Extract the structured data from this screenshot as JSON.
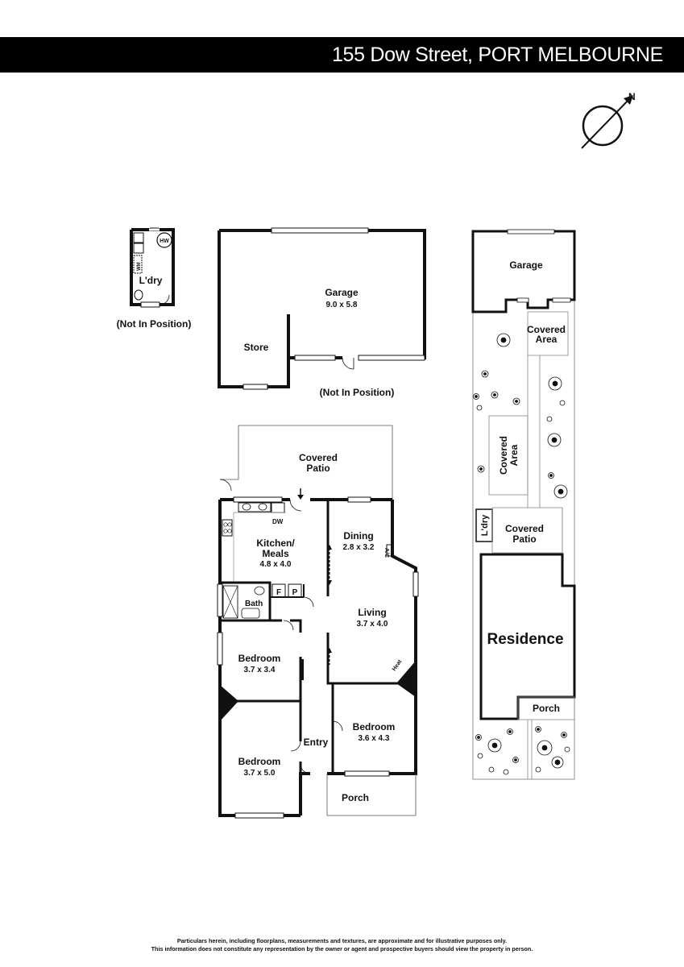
{
  "header": {
    "address": "155 Dow Street, PORT MELBOURNE"
  },
  "compass": {
    "label": "N",
    "icon": "north-arrow-icon"
  },
  "laundry_plan": {
    "room": "L'dry",
    "hw": "HW",
    "wm": "WM",
    "note": "(Not In Position)"
  },
  "garage_plan": {
    "garage": "Garage",
    "garage_dims": "9.0 x 5.8",
    "store": "Store",
    "note": "(Not In Position)"
  },
  "house_plan": {
    "covered_patio_line1": "Covered",
    "covered_patio_line2": "Patio",
    "dw": "DW",
    "kitchen_line1": "Kitchen/",
    "kitchen_line2": "Meals",
    "kitchen_dims": "4.8 x 4.0",
    "dining": "Dining",
    "dining_dims": "2.8 x 3.2",
    "ac": "A/C",
    "f": "F",
    "p": "P",
    "bath": "Bath",
    "living": "Living",
    "living_dims": "3.7 x 4.0",
    "heat": "Heat",
    "bed1": "Bedroom",
    "bed1_dims": "3.7 x 3.4",
    "bed2": "Bedroom",
    "bed2_dims": "3.6 x 4.3",
    "bed3": "Bedroom",
    "bed3_dims": "3.7 x 5.0",
    "entry": "Entry",
    "porch": "Porch"
  },
  "site_plan": {
    "garage": "Garage",
    "covered_area1_line1": "Covered",
    "covered_area1_line2": "Area",
    "covered_area2_line1": "Covered",
    "covered_area2_line2": "Area",
    "ldry": "L'dry",
    "covered_patio_line1": "Covered",
    "covered_patio_line2": "Patio",
    "residence": "Residence",
    "porch": "Porch"
  },
  "disclaimer": {
    "line1": "Particulars herein, including floorplans, measurements and textures, are approximate and for illustrative purposes only.",
    "line2": "This information does not constitute any representation by the owner or agent and prospective buyers should view the property in person."
  }
}
